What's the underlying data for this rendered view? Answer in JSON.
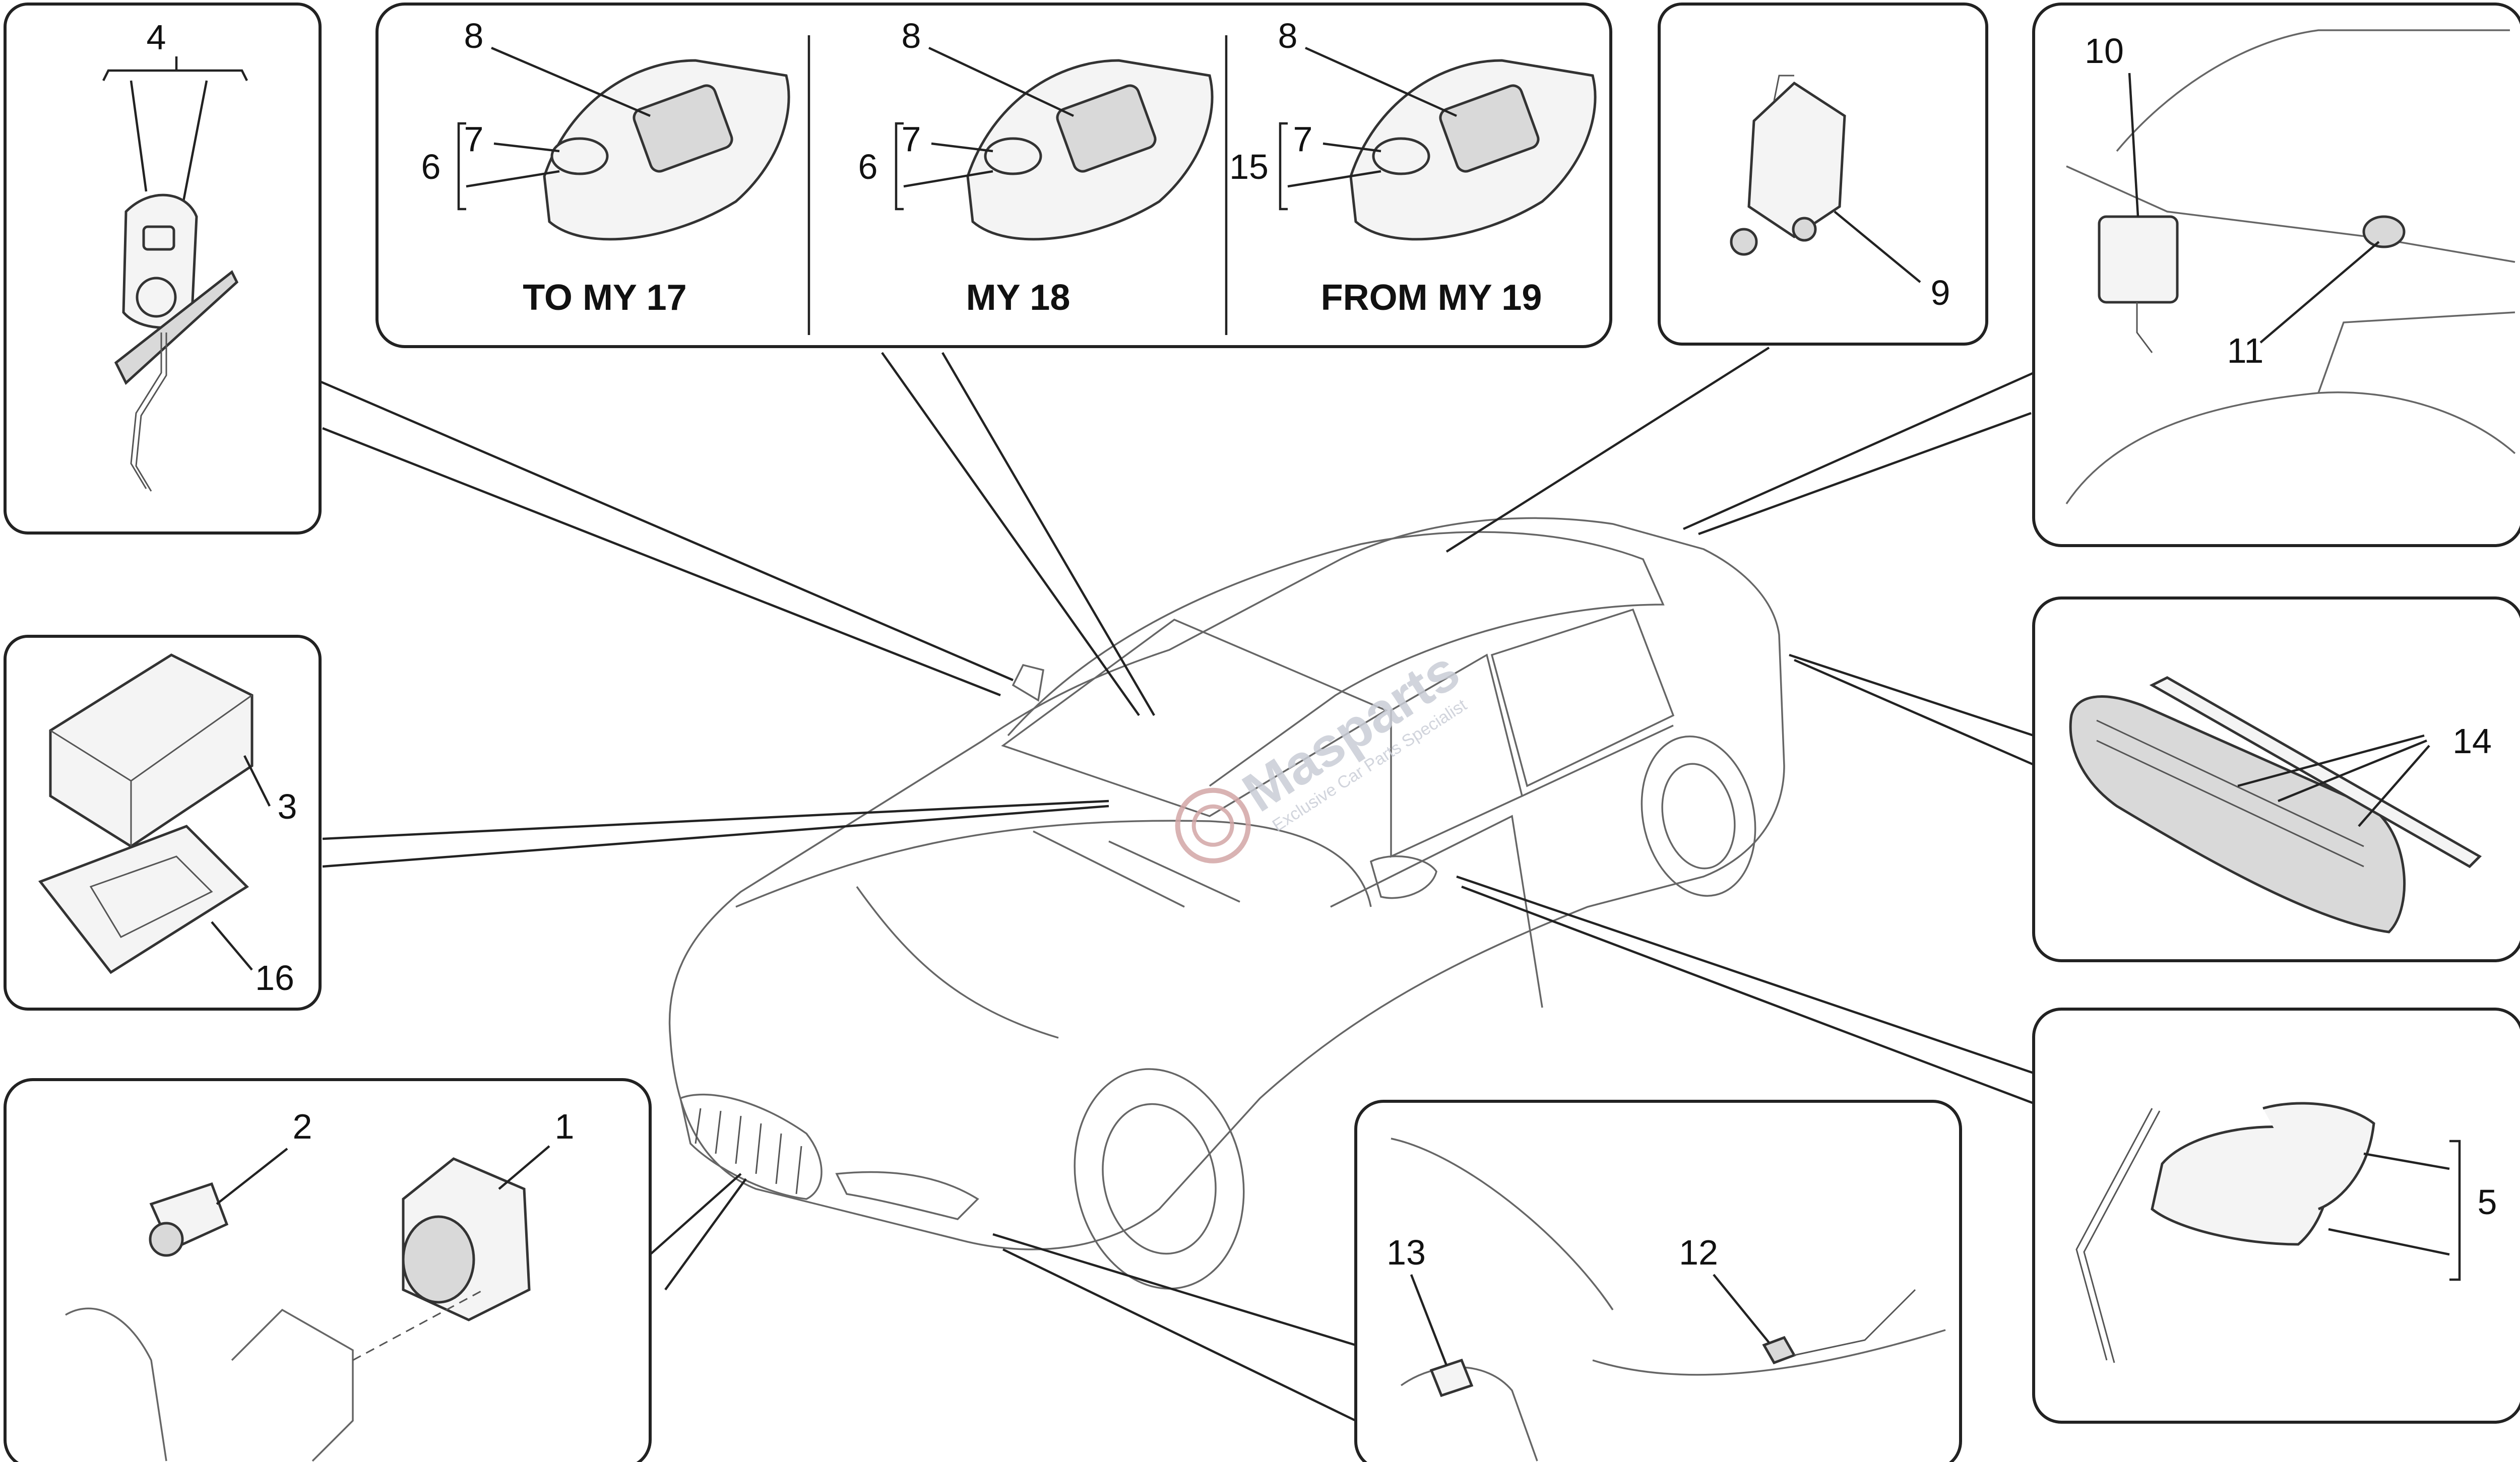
{
  "diagram": {
    "watermark": {
      "brand": "Masparts",
      "tagline": "Exclusive Car Parts Specialist"
    },
    "panels": {
      "p4": {
        "callouts": [
          "4"
        ]
      },
      "sensor_group": {
        "variants": [
          {
            "caption": "TO MY 17",
            "callouts": [
              "8",
              "7",
              "6"
            ]
          },
          {
            "caption": "MY 18",
            "callouts": [
              "8",
              "7",
              "6"
            ]
          },
          {
            "caption": "FROM MY 19",
            "callouts": [
              "8",
              "7",
              "15"
            ]
          }
        ]
      },
      "p9": {
        "callouts": [
          "9"
        ]
      },
      "p10": {
        "callouts": [
          "10",
          "11"
        ]
      },
      "p3": {
        "callouts": [
          "3",
          "16"
        ]
      },
      "p14": {
        "callouts": [
          "14"
        ]
      },
      "p12": {
        "callouts": [
          "2",
          "1"
        ]
      },
      "p13": {
        "callouts": [
          "13",
          "12"
        ]
      },
      "p5": {
        "callouts": [
          "5"
        ]
      }
    }
  }
}
